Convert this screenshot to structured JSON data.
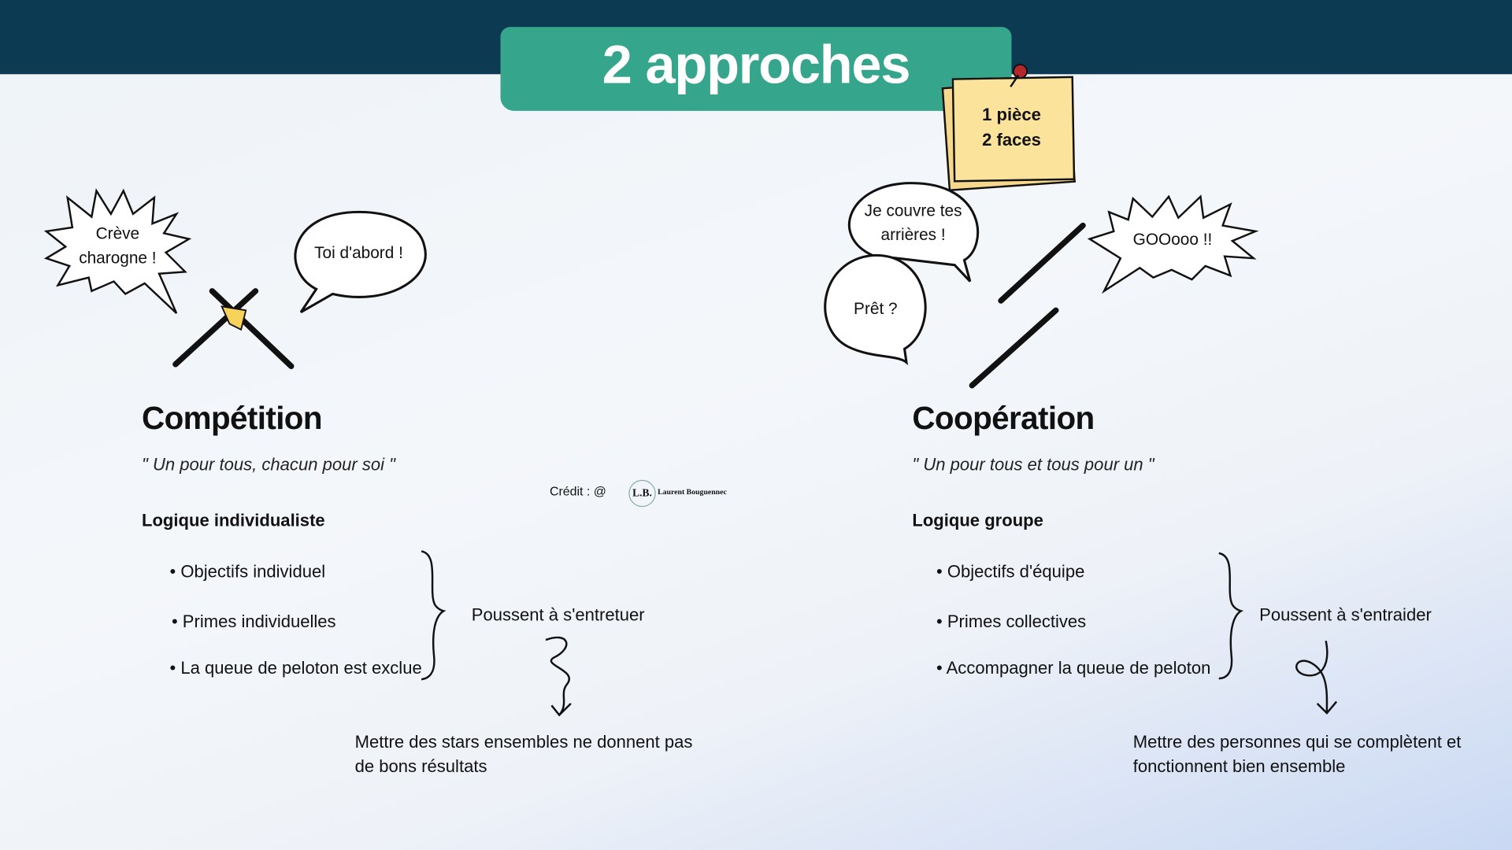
{
  "title": "2 approches",
  "note": {
    "line1": "1 pièce",
    "line2": "2 faces"
  },
  "credit": {
    "label": "Crédit : @",
    "logo_initials": "L.B.",
    "logo_name": "Laurent Bouguennec"
  },
  "left": {
    "bubbles": [
      "Crève charogne !",
      "Toi d'abord !"
    ],
    "heading": "Compétition",
    "quote": "\" Un pour tous, chacun pour soi \"",
    "logic": "Logique individualiste",
    "bullets": [
      "• Objectifs individuel",
      "• Primes individuelles",
      "• La queue de peloton est exclue"
    ],
    "effect": "Poussent à s'entretuer",
    "result": [
      "Mettre des stars ensembles ne donnent pas",
      "de bons résultats"
    ]
  },
  "right": {
    "bubbles": [
      "Je couvre tes arrières !",
      "Prêt ?",
      "GOOooo !!"
    ],
    "heading": "Coopération",
    "quote": "\" Un pour tous et tous pour un \"",
    "logic": "Logique groupe",
    "bullets": [
      "• Objectifs d'équipe",
      "• Primes collectives",
      "• Accompagner la queue de peloton"
    ],
    "effect": "Poussent à s'entraider",
    "result": [
      "Mettre des personnes qui se complètent et",
      "fonctionnent bien ensemble"
    ]
  }
}
